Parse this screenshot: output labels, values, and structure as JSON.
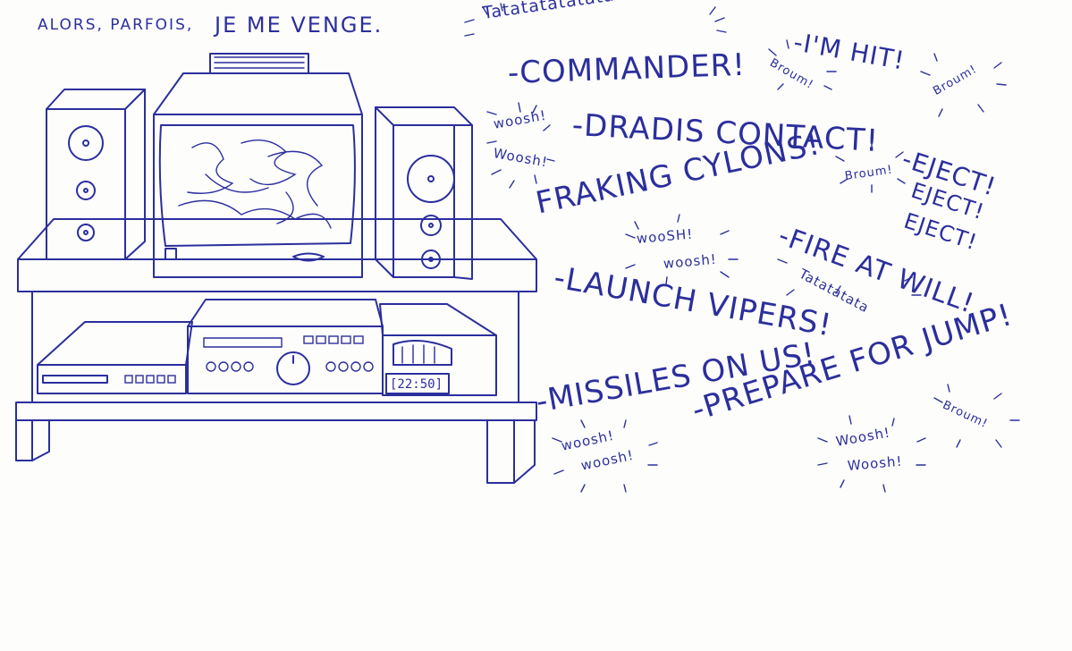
{
  "caption": {
    "part1": "ALORS, PARFOIS,",
    "part2": "JE ME VENGE."
  },
  "clock_display": "[22:50]",
  "shouts": {
    "commander": "-COMMANDER!",
    "dradis": "-DRADIS CONTACT!",
    "fraking": "FRAKING CYLONS!",
    "launch": "-LAUNCH VIPERS!",
    "missiles": "-MISSILES ON US!",
    "prepare": "-PREPARE FOR JUMP!",
    "hit": "-I'M HIT!",
    "eject1": "-EJECT!",
    "eject2": "EJECT!",
    "eject3": "EJECT!",
    "fire": "-FIRE AT WILL!"
  },
  "sfx": {
    "tatata_top": "Tatatatatatatata!!",
    "tatata_mid": "Tatatatata",
    "broum1": "Broum!",
    "broum2": "Broum!",
    "broum3": "Broum!",
    "broum4": "Broum!",
    "woosh1a": "woosh!",
    "woosh1b": "Woosh!",
    "woosh2a": "wooSH!",
    "woosh2b": "woosh!",
    "woosh3a": "woosh!",
    "woosh3b": "woosh!",
    "woosh4a": "Woosh!",
    "woosh4b": "Woosh!"
  },
  "ink_color": "#2b2f9c",
  "paper_color": "#fdfdfc"
}
